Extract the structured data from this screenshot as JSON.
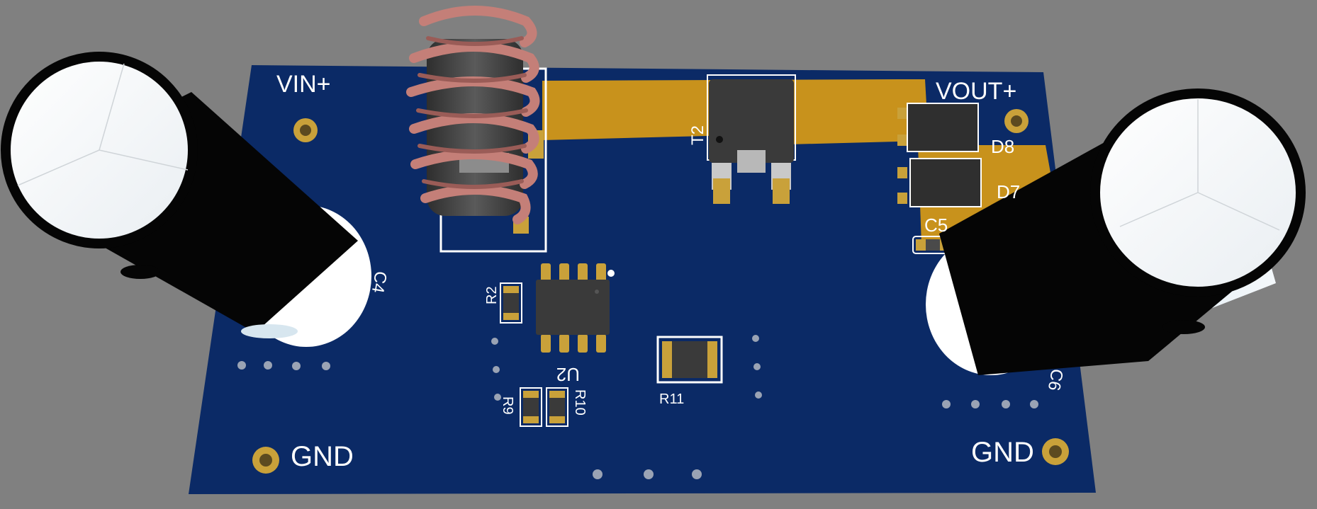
{
  "labels": {
    "vin_plus": "VIN+",
    "vout_plus": "VOUT+",
    "gnd_left": "GND",
    "gnd_right": "GND",
    "t2": "T2",
    "d8": "D8",
    "d7": "D7",
    "c5": "C5",
    "c4": "C4",
    "c6": "C6",
    "r2": "R2",
    "u2": "U2",
    "r9": "R9",
    "r10": "R10",
    "r11": "R11"
  },
  "colors": {
    "background": "#808080",
    "board": "#0b2a66",
    "copper": "#c8921c",
    "pad_gold": "#c9a13a",
    "silkscreen": "#ffffff",
    "coil": "#c47f78",
    "ic_body": "#3a3a3a"
  }
}
